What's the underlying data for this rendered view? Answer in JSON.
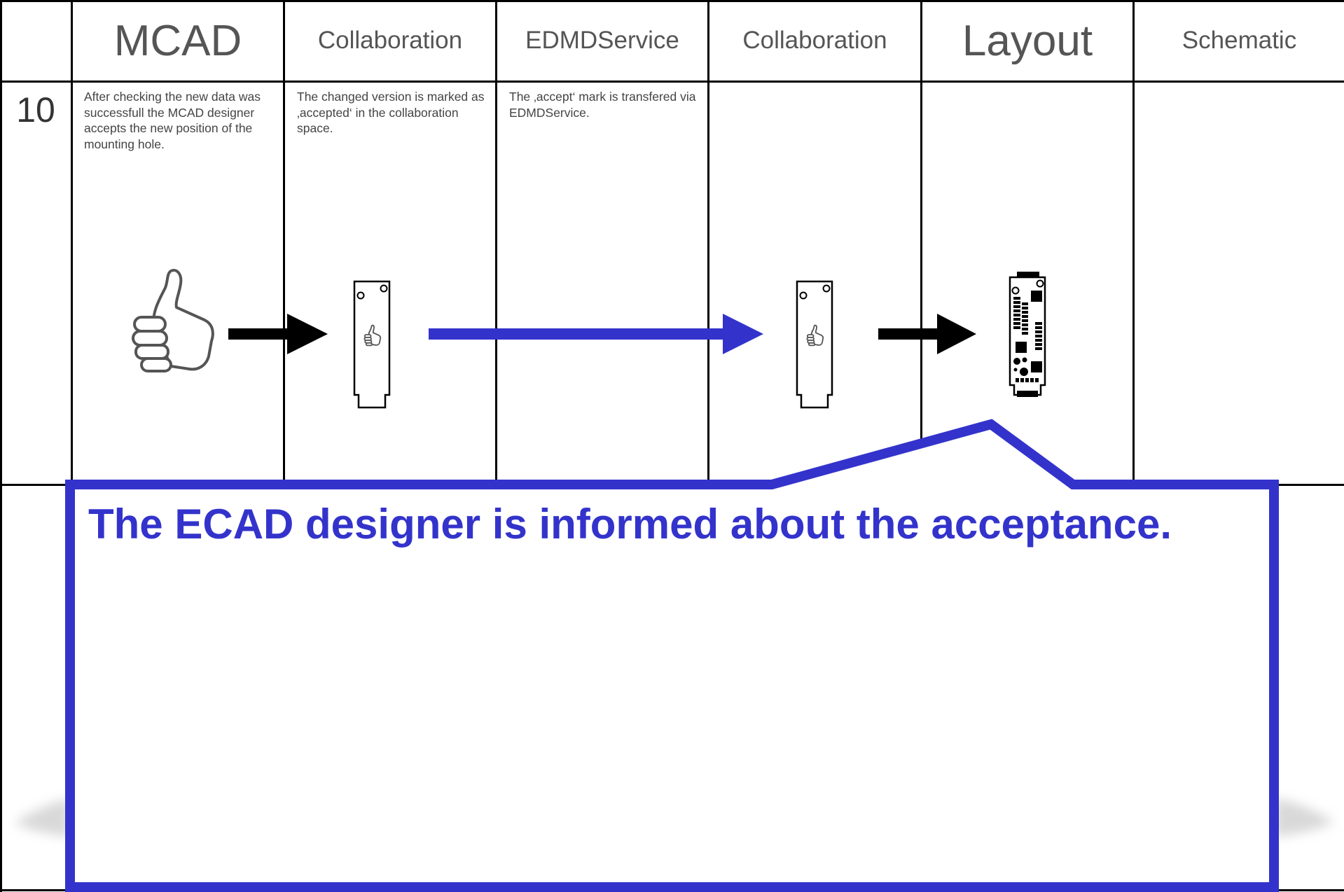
{
  "columns": [
    {
      "label": "MCAD",
      "size": "big"
    },
    {
      "label": "Collaboration",
      "size": "small"
    },
    {
      "label": "EDMDService",
      "size": "small"
    },
    {
      "label": "Collaboration",
      "size": "small"
    },
    {
      "label": "Layout",
      "size": "big"
    },
    {
      "label": "Schematic",
      "size": "small"
    }
  ],
  "row": {
    "number": "10",
    "descriptions": [
      "After checking the new data was successfull the MCAD designer accepts the new position of the mounting hole.",
      "The changed version is marked as ‚accepted‘ in the collaboration space.",
      "The ‚accept‘ mark is transfered via EDMDService.",
      "",
      "",
      ""
    ]
  },
  "callout": {
    "text": "The ECAD designer is informed about the acceptance.",
    "color": "#3333cc"
  },
  "icons": [
    "thumbs-up-icon",
    "board-accepted-icon",
    "board-accepted-icon",
    "pcb-layout-icon"
  ],
  "colors": {
    "grid": "#000000",
    "header_text": "#555555",
    "flow_arrow": "#3333cc",
    "step_arrow": "#000000"
  }
}
